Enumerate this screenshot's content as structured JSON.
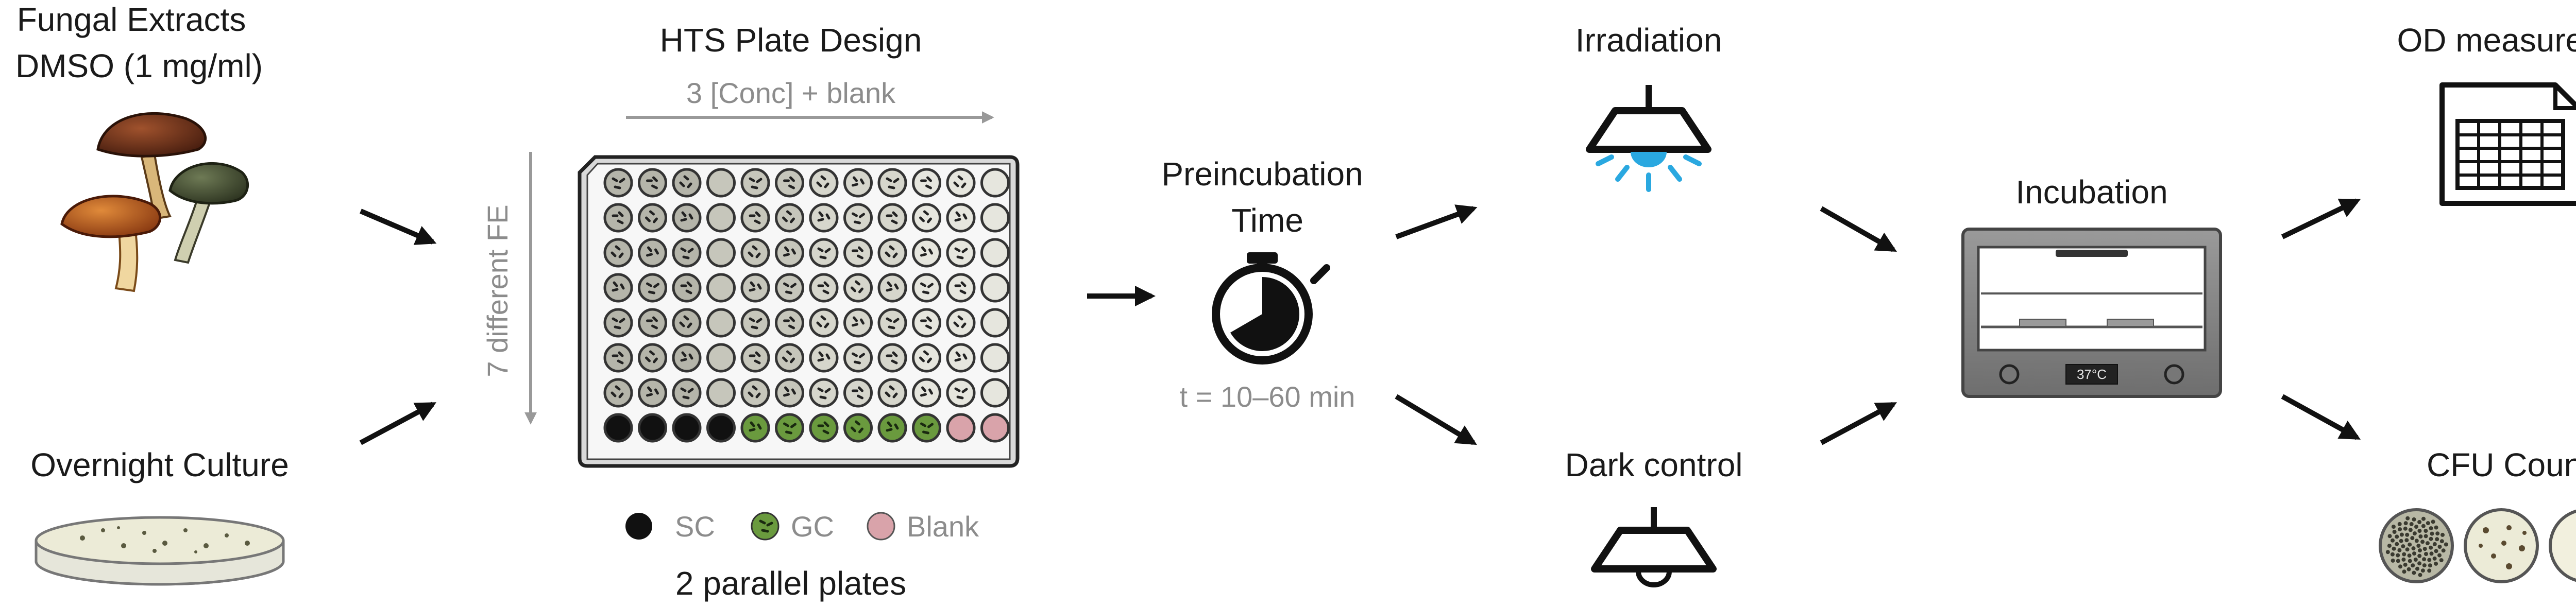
{
  "inputs": {
    "extracts_line1": "Fungal Extracts",
    "extracts_line2": "DMSO (1 mg/ml)",
    "culture": "Overnight Culture"
  },
  "plate": {
    "title": "HTS Plate Design",
    "top_axis": "3 [Conc] + blank",
    "side_axis": "7 different FE",
    "legend": {
      "sc": "SC",
      "gc": "GC",
      "blank": "Blank"
    },
    "caption": "2 parallel plates"
  },
  "preincubation": {
    "title_line1": "Preincubation",
    "title_line2": "Time",
    "time": "t = 10–60 min"
  },
  "irradiation": {
    "title": "Irradiation"
  },
  "dark_control": {
    "title": "Dark control"
  },
  "incubation": {
    "title": "Incubation",
    "display": "37°C"
  },
  "outputs": {
    "od": "OD measurement",
    "cfu": "CFU Count"
  },
  "colors": {
    "text": "#1a1a1a",
    "gray_text": "#8c8c8c",
    "sc": "#111111",
    "gc": "#6a9a3e",
    "blank": "#d9a3aa",
    "light": "#2aa8e0"
  }
}
